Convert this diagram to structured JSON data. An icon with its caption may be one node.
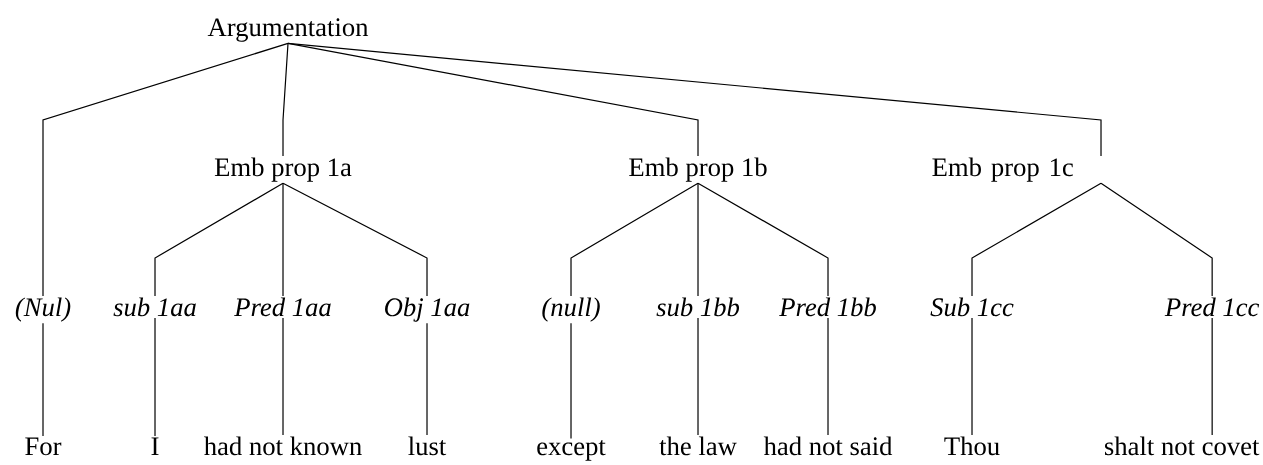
{
  "diagram": {
    "nodes": [
      {
        "text": [
          "Argumentation"
        ]
      },
      {
        "text": [
          "Emb prop 1a"
        ]
      },
      {
        "text": [
          "Emb prop 1b"
        ]
      },
      {
        "text": [
          "Emb prop 1c"
        ]
      },
      {
        "text": [
          "(Nul)"
        ]
      },
      {
        "text": [
          "sub 1aa"
        ]
      },
      {
        "text": [
          "Pred 1aa"
        ]
      },
      {
        "text": [
          "Obj 1aa"
        ]
      },
      {
        "text": [
          "(null)"
        ]
      },
      {
        "text": [
          "sub 1bb"
        ]
      },
      {
        "text": [
          "Pred 1bb"
        ]
      },
      {
        "text": [
          "Sub 1cc"
        ]
      },
      {
        "text": [
          "Pred 1cc"
        ]
      },
      {
        "text": [
          "For"
        ]
      },
      {
        "text": [
          "I"
        ]
      },
      {
        "text": [
          "had not known"
        ]
      },
      {
        "text": [
          "lust"
        ]
      },
      {
        "text": [
          "except"
        ]
      },
      {
        "text": [
          "the law"
        ]
      },
      {
        "text": [
          "had not said"
        ]
      },
      {
        "text": [
          "Thou"
        ]
      },
      {
        "text": [
          "shalt not covet"
        ]
      }
    ],
    "edges": [
      {
        "from": 0,
        "to": 4,
        "arrow": "none"
      },
      {
        "from": 0,
        "to": 1,
        "arrow": "none"
      },
      {
        "from": 0,
        "to": 2,
        "arrow": "none"
      },
      {
        "from": 0,
        "to": 3,
        "arrow": "none"
      },
      {
        "from": 1,
        "to": 5,
        "arrow": "none"
      },
      {
        "from": 1,
        "to": 6,
        "arrow": "none"
      },
      {
        "from": 1,
        "to": 7,
        "arrow": "none"
      },
      {
        "from": 2,
        "to": 8,
        "arrow": "none"
      },
      {
        "from": 2,
        "to": 9,
        "arrow": "none"
      },
      {
        "from": 2,
        "to": 10,
        "arrow": "none"
      },
      {
        "from": 3,
        "to": 11,
        "arrow": "none"
      },
      {
        "from": 3,
        "to": 12,
        "arrow": "none"
      },
      {
        "from": 4,
        "to": 13,
        "arrow": "none"
      },
      {
        "from": 5,
        "to": 14,
        "arrow": "none"
      },
      {
        "from": 6,
        "to": 15,
        "arrow": "none"
      },
      {
        "from": 7,
        "to": 16,
        "arrow": "none"
      },
      {
        "from": 8,
        "to": 17,
        "arrow": "none"
      },
      {
        "from": 9,
        "to": 18,
        "arrow": "none"
      },
      {
        "from": 10,
        "to": 19,
        "arrow": "none"
      },
      {
        "from": 11,
        "to": 20,
        "arrow": "none"
      },
      {
        "from": 12,
        "to": 21,
        "arrow": "none"
      }
    ]
  }
}
